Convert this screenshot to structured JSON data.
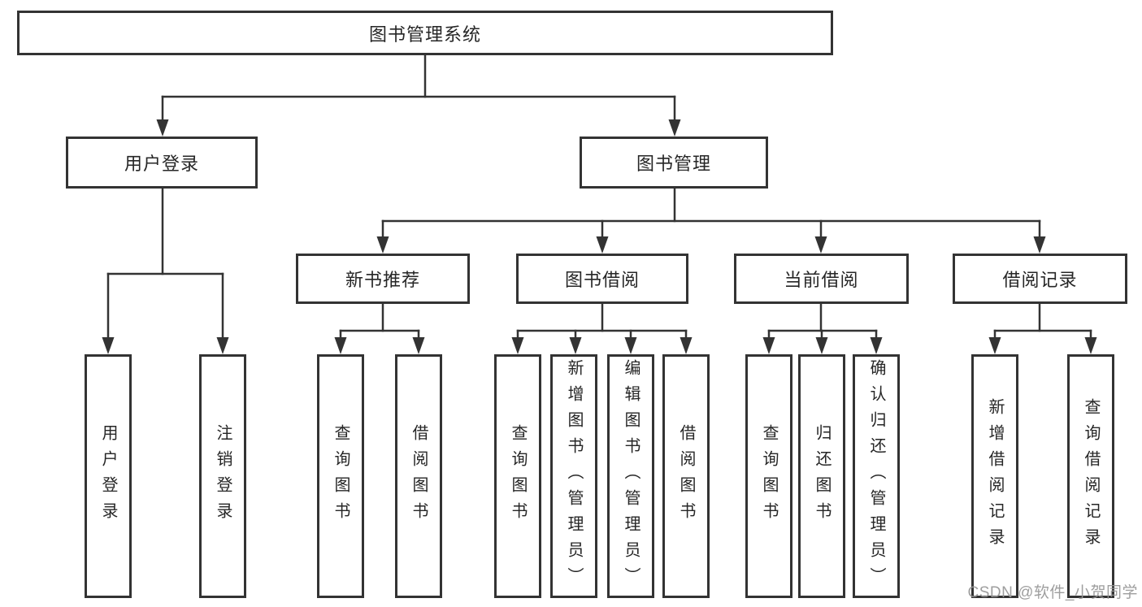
{
  "tree": {
    "label": "图书管理系统",
    "children": [
      {
        "label": "用户登录",
        "children": [
          {
            "label": "用户登录"
          },
          {
            "label": "注销登录"
          }
        ]
      },
      {
        "label": "图书管理",
        "children": [
          {
            "label": "新书推荐",
            "children": [
              {
                "label": "查询图书"
              },
              {
                "label": "借阅图书"
              }
            ]
          },
          {
            "label": "图书借阅",
            "children": [
              {
                "label": "查询图书"
              },
              {
                "label": "新增图书（管理员）"
              },
              {
                "label": "编辑图书（管理员）"
              },
              {
                "label": "借阅图书"
              }
            ]
          },
          {
            "label": "当前借阅",
            "children": [
              {
                "label": "查询图书"
              },
              {
                "label": "归还图书"
              },
              {
                "label": "确认归还（管理员）"
              }
            ]
          },
          {
            "label": "借阅记录",
            "children": [
              {
                "label": "新增借阅记录"
              },
              {
                "label": "查询借阅记录"
              }
            ]
          }
        ]
      }
    ]
  },
  "watermark": {
    "text": "CSDN @软件_小贺同学"
  },
  "colors": {
    "line": "#333333",
    "box_border": "#333333",
    "text": "#262626",
    "watermark": "#969696",
    "background": "#ffffff"
  }
}
